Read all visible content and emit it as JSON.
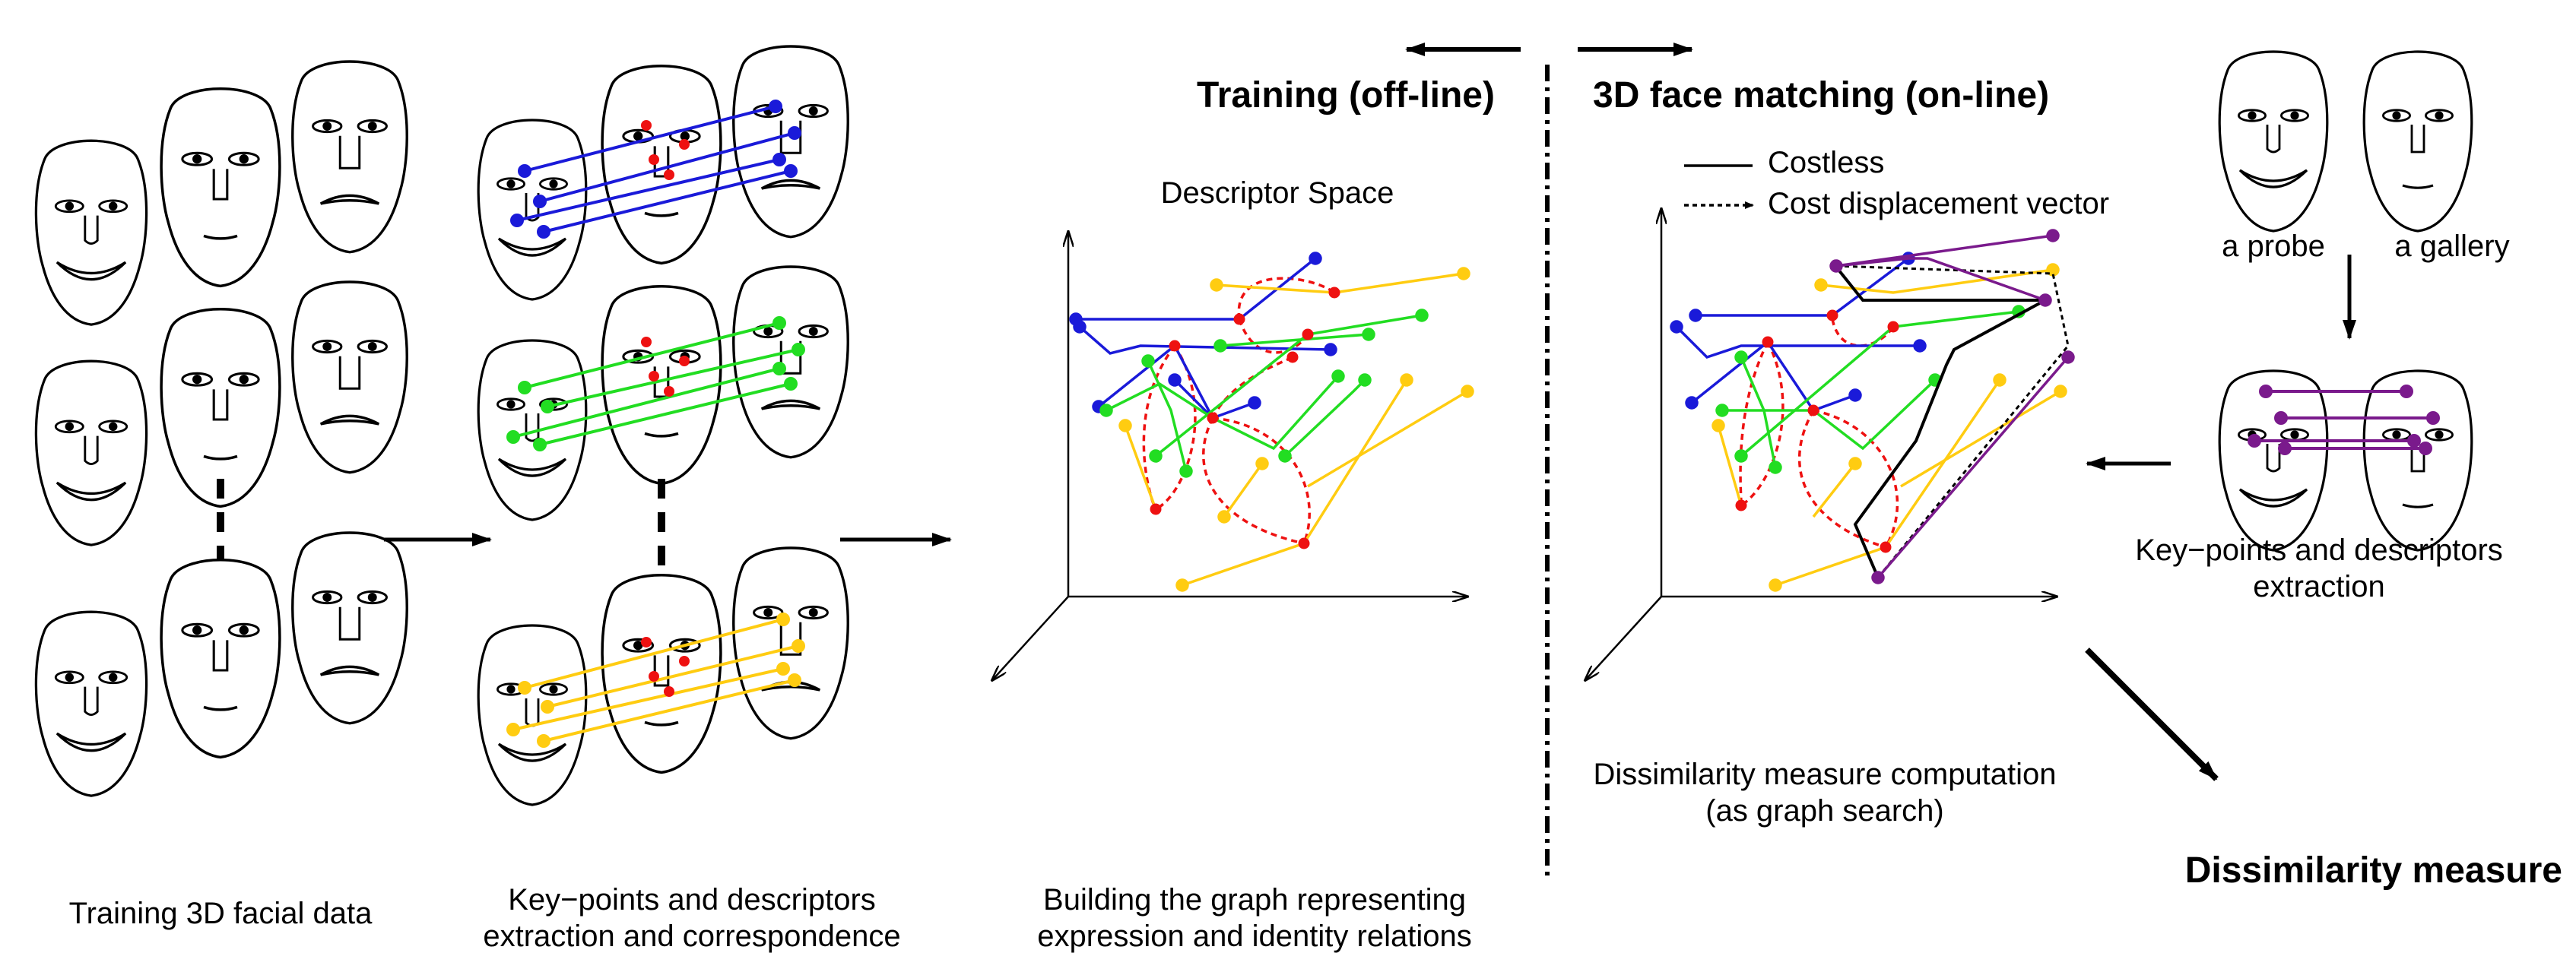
{
  "labels": {
    "training_header": "Training (off-line)",
    "matching_header": "3D face matching (on-line)",
    "descriptor_space": "Descriptor Space",
    "legend_costless": "Costless",
    "legend_cost": "Cost displacement vector",
    "a_probe": "a probe",
    "a_gallery": "a gallery",
    "kp_extraction_line1": "Key−points and descriptors",
    "kp_extraction_line2": "extraction",
    "dissim_comp_line1": "Dissimilarity measure computation",
    "dissim_comp_line2": "(as graph search)",
    "dissim_measure": "Dissimilarity measure",
    "training_data": "Training 3D facial data",
    "kp_corr_line1": "Key−points and descriptors",
    "kp_corr_line2": "extraction and correspondence",
    "building_line1": "Building the graph representing",
    "building_line2": "expression and identity relations"
  },
  "colors": {
    "blue": "#1a1ad9",
    "green": "#22dd22",
    "yellow": "#ffcc11",
    "red": "#ee1111",
    "purple": "#7a1a8c",
    "black": "#000000"
  }
}
